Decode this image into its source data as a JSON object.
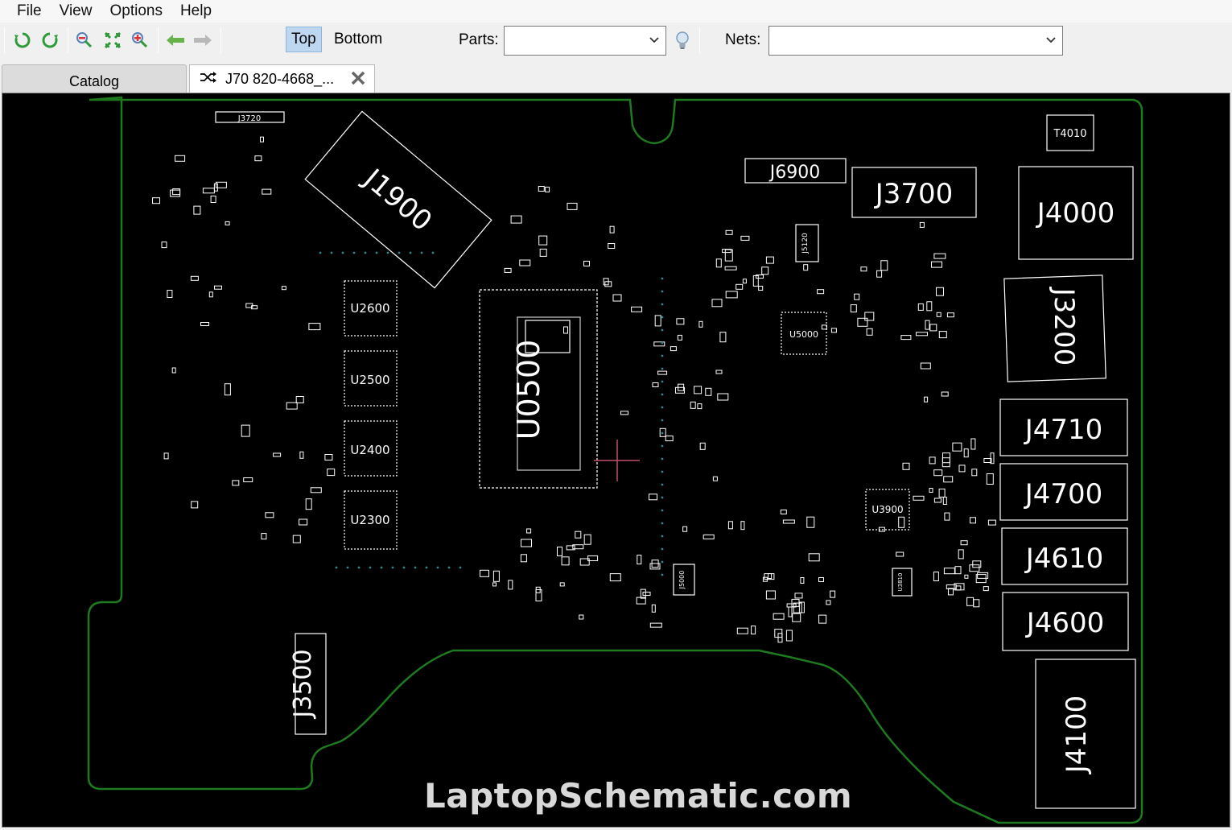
{
  "menu": {
    "items": [
      "File",
      "View",
      "Options",
      "Help"
    ]
  },
  "toolbar": {
    "side_top": "Top",
    "side_bottom": "Bottom",
    "active_side": "Top",
    "parts_label": "Parts:",
    "parts_value": "",
    "nets_label": "Nets:",
    "nets_value": ""
  },
  "tabs": {
    "catalog_label": "Catalog",
    "document_label": "J70 820-4668_..."
  },
  "board": {
    "outline_color": "#1e7a1e",
    "component_color": "#ffffff",
    "components": {
      "j1900": "J1900",
      "j3720": "J3720",
      "j6900": "J6900",
      "j3700": "J3700",
      "t4010": "T4010",
      "j4000": "J4000",
      "j5120": "J5120",
      "u5000": "U5000",
      "j3200": "J3200",
      "u2600": "U2600",
      "u2500": "U2500",
      "u2400": "U2400",
      "u2300": "U2300",
      "u0500": "U0500",
      "j4710": "J4710",
      "j4700": "J4700",
      "j4610": "J4610",
      "j4600": "J4600",
      "u3900": "U3900",
      "j3500": "J3500",
      "j4100": "J4100",
      "j5000": "J5000",
      "u3810": "U3810"
    }
  },
  "watermark": "LaptopSchematic.com"
}
